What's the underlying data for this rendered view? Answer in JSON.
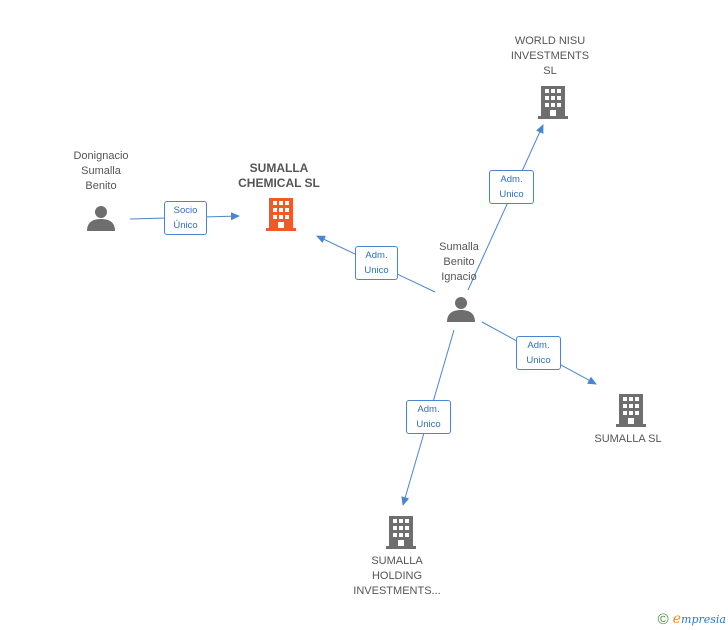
{
  "nodes": {
    "donignacio": {
      "label": "Donignacio\nSumalla\nBenito",
      "type": "person"
    },
    "sumalla_chemical": {
      "label": "SUMALLA\nCHEMICAL SL",
      "type": "company",
      "focus": true
    },
    "sumalla_benito_ignacio": {
      "label": "Sumalla\nBenito\nIgnacio",
      "type": "person"
    },
    "world_nisu": {
      "label": "WORLD NISU\nINVESTMENTS\nSL",
      "type": "company"
    },
    "sumalla_sl": {
      "label": "SUMALLA SL",
      "type": "company"
    },
    "sumalla_holding": {
      "label": "SUMALLA\nHOLDING\nINVESTMENTS...",
      "type": "company"
    }
  },
  "edges": [
    {
      "from": "donignacio",
      "to": "sumalla_chemical",
      "label": "Socio\nÚnico"
    },
    {
      "from": "sumalla_benito_ignacio",
      "to": "sumalla_chemical",
      "label": "Adm.\nUnico"
    },
    {
      "from": "sumalla_benito_ignacio",
      "to": "world_nisu",
      "label": "Adm.\nUnico"
    },
    {
      "from": "sumalla_benito_ignacio",
      "to": "sumalla_sl",
      "label": "Adm.\nUnico"
    },
    {
      "from": "sumalla_benito_ignacio",
      "to": "sumalla_holding",
      "label": "Adm.\nUnico"
    }
  ],
  "colors": {
    "edge": "#4a86cf",
    "icon_default": "#6e6e6e",
    "icon_focus": "#f15a24"
  },
  "icons": {
    "person": "person-icon",
    "company": "building-icon"
  },
  "footer": {
    "copyright_symbol": "©",
    "brand_initial": "e",
    "brand_rest": "mpresia"
  }
}
